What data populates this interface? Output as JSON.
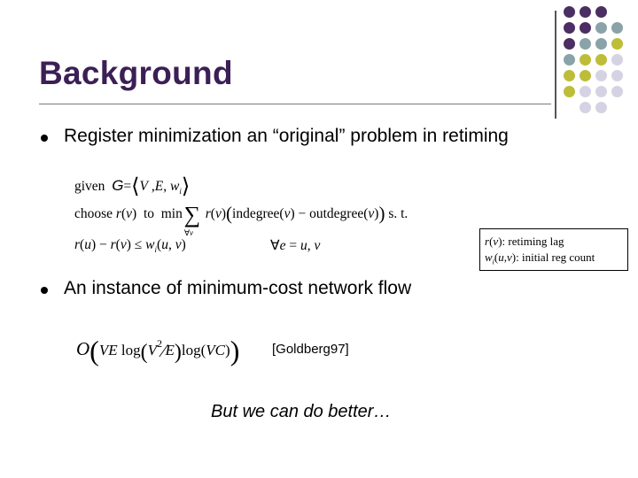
{
  "slide": {
    "title": "Background",
    "bullets": [
      {
        "text": "Register minimization an “original” problem in retiming"
      },
      {
        "text": "An instance of minimum-cost network flow"
      }
    ],
    "formulas": {
      "given": "given G = ⟨V, E, wᵢ⟩",
      "choose": "choose r(v) to min Σ∀v r(v)(indegree(v) − outdegree(v)) s. t.",
      "constraint": "r(u) − r(v) ≤ wᵢ(u, v)",
      "forall": "∀e = u, v",
      "complexity": "O(VE log(V²/E) log(VC))"
    },
    "note": {
      "line1": "r(v): retiming lag",
      "line2": "wi(u,v): initial reg count"
    },
    "citation": "[Goldberg97]",
    "tagline": "But we can do better…"
  },
  "colors": {
    "title": "#3b1f55",
    "purple": "#4b2e63",
    "teal": "#8aa3a8",
    "olive": "#bdbd3a",
    "lavender": "#d5d3e3"
  }
}
